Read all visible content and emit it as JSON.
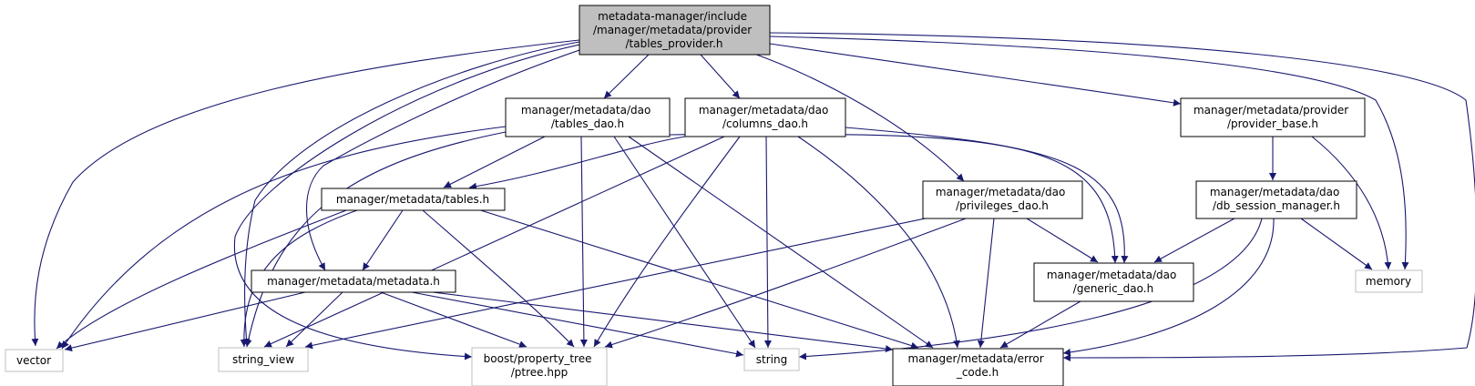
{
  "colors": {
    "edge": "#191970",
    "node_border": "#000000",
    "external_border": "#bfbfbf",
    "root_fill": "#bfbfbf",
    "node_fill": "#ffffff"
  },
  "nodes": {
    "root": {
      "lines": [
        "metadata-manager/include",
        "/manager/metadata/provider",
        "/tables_provider.h"
      ]
    },
    "tables_dao": {
      "lines": [
        "manager/metadata/dao",
        "/tables_dao.h"
      ]
    },
    "columns_dao": {
      "lines": [
        "manager/metadata/dao",
        "/columns_dao.h"
      ]
    },
    "provider_base": {
      "lines": [
        "manager/metadata/provider",
        "/provider_base.h"
      ]
    },
    "tables_h": {
      "lines": [
        "manager/metadata/tables.h"
      ]
    },
    "privileges_dao": {
      "lines": [
        "manager/metadata/dao",
        "/privileges_dao.h"
      ]
    },
    "db_session_manager": {
      "lines": [
        "manager/metadata/dao",
        "/db_session_manager.h"
      ]
    },
    "metadata_h": {
      "lines": [
        "manager/metadata/metadata.h"
      ]
    },
    "generic_dao": {
      "lines": [
        "manager/metadata/dao",
        "/generic_dao.h"
      ]
    },
    "memory": {
      "lines": [
        "memory"
      ]
    },
    "vector": {
      "lines": [
        "vector"
      ]
    },
    "string_view": {
      "lines": [
        "string_view"
      ]
    },
    "ptree": {
      "lines": [
        "boost/property_tree",
        "/ptree.hpp"
      ]
    },
    "string": {
      "lines": [
        "string"
      ]
    },
    "error_code": {
      "lines": [
        "manager/metadata/error",
        "_code.h"
      ]
    }
  },
  "edges": [
    [
      "root",
      "tables_dao"
    ],
    [
      "root",
      "columns_dao"
    ],
    [
      "root",
      "provider_base"
    ],
    [
      "root",
      "privileges_dao"
    ],
    [
      "root",
      "metadata_h"
    ],
    [
      "root",
      "memory"
    ],
    [
      "root",
      "vector"
    ],
    [
      "root",
      "string_view"
    ],
    [
      "root",
      "ptree"
    ],
    [
      "root",
      "error_code"
    ],
    [
      "tables_dao",
      "tables_h"
    ],
    [
      "tables_dao",
      "generic_dao"
    ],
    [
      "tables_dao",
      "vector"
    ],
    [
      "tables_dao",
      "string_view"
    ],
    [
      "tables_dao",
      "ptree"
    ],
    [
      "tables_dao",
      "string"
    ],
    [
      "tables_dao",
      "error_code"
    ],
    [
      "columns_dao",
      "tables_h"
    ],
    [
      "columns_dao",
      "generic_dao"
    ],
    [
      "columns_dao",
      "string_view"
    ],
    [
      "columns_dao",
      "ptree"
    ],
    [
      "columns_dao",
      "string"
    ],
    [
      "columns_dao",
      "error_code"
    ],
    [
      "provider_base",
      "db_session_manager"
    ],
    [
      "provider_base",
      "memory"
    ],
    [
      "tables_h",
      "metadata_h"
    ],
    [
      "tables_h",
      "vector"
    ],
    [
      "tables_h",
      "string_view"
    ],
    [
      "tables_h",
      "ptree"
    ],
    [
      "tables_h",
      "error_code"
    ],
    [
      "privileges_dao",
      "generic_dao"
    ],
    [
      "privileges_dao",
      "string_view"
    ],
    [
      "privileges_dao",
      "ptree"
    ],
    [
      "privileges_dao",
      "error_code"
    ],
    [
      "db_session_manager",
      "generic_dao"
    ],
    [
      "db_session_manager",
      "memory"
    ],
    [
      "db_session_manager",
      "string"
    ],
    [
      "db_session_manager",
      "error_code"
    ],
    [
      "metadata_h",
      "vector"
    ],
    [
      "metadata_h",
      "string_view"
    ],
    [
      "metadata_h",
      "ptree"
    ],
    [
      "metadata_h",
      "string"
    ],
    [
      "metadata_h",
      "error_code"
    ],
    [
      "generic_dao",
      "error_code"
    ]
  ]
}
